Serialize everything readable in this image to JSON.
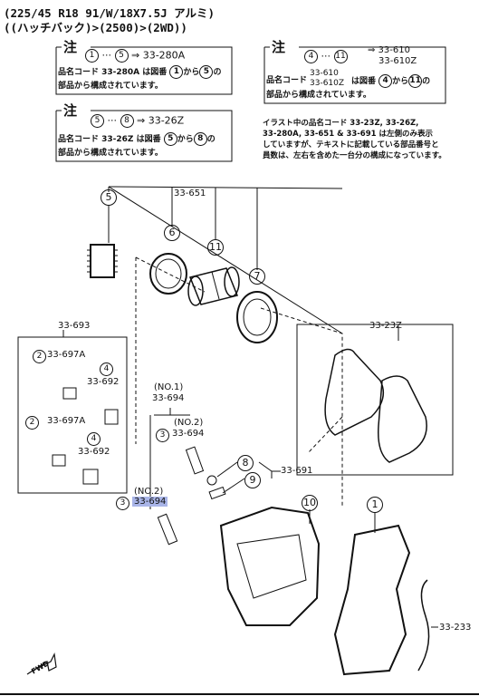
{
  "header": {
    "line1": "(225/45 R18 91/W/18X7.5J アルミ)",
    "line2": "((ハッチバック)>(2500)>(2WD))"
  },
  "note_label": "注",
  "notes": [
    {
      "range_a": "1",
      "range_b": "5",
      "target": "⇒ 33-280A",
      "line1_pre": "品名コード 33-280A は図番",
      "from": "1",
      "mid": "から",
      "to": "5",
      "line1_post": "の",
      "line2": "部品から構成されています。"
    },
    {
      "range_a": "4",
      "range_b": "11",
      "target_a": "⇒ 33-610",
      "target_b": "33-610Z",
      "code_a": "33-610",
      "code_b": "33-610Z",
      "line1_pre": "品名コード",
      "line1_mid": "は図番",
      "from": "4",
      "mid": "から",
      "to": "11",
      "line1_post": "の",
      "line2": "部品から構成されています。"
    },
    {
      "range_a": "5",
      "range_b": "8",
      "target": "⇒ 33-26Z",
      "line1_pre": "品名コード 33-26Z は図番",
      "from": "5",
      "mid": "から",
      "to": "8",
      "line1_post": "の",
      "line2": "部品から構成されています。"
    }
  ],
  "illustration_note": [
    "イラスト中の品名コード 33-23Z, 33-26Z,",
    "33-280A, 33-651 & 33-691 は左側のみ表示",
    "していますが、テキストに記載している部品番号と",
    "員数は、左右を含めた一台分の構成になっています。"
  ],
  "parts": {
    "p33_651": "33-651",
    "p33_23z": "33-23Z",
    "p33_693": "33-693",
    "p33_697a_1": "33-697A",
    "p33_697a_2": "33-697A",
    "p33_692_1": "33-692",
    "p33_692_2": "33-692",
    "p33_694_no1_tag": "(NO.1)",
    "p33_694_no1": "33-694",
    "p33_694_no2_tag": "(NO.2)",
    "p33_694_no2": "33-694",
    "p33_694_no2b_tag": "(NO.2)",
    "p33_694_no2b": "33-694",
    "p33_691": "33-691",
    "p33_233": "33-233",
    "fwd": "FWD"
  },
  "callouts": {
    "c1": "1",
    "c2a": "2",
    "c2b": "2",
    "c3a": "3",
    "c3b": "3",
    "c4a": "4",
    "c4b": "4",
    "c5": "5",
    "c6": "6",
    "c7": "7",
    "c8": "8",
    "c9": "9",
    "c10": "10",
    "c11": "11"
  },
  "colors": {
    "highlight": "#a9b5e8",
    "ink": "#111111"
  }
}
